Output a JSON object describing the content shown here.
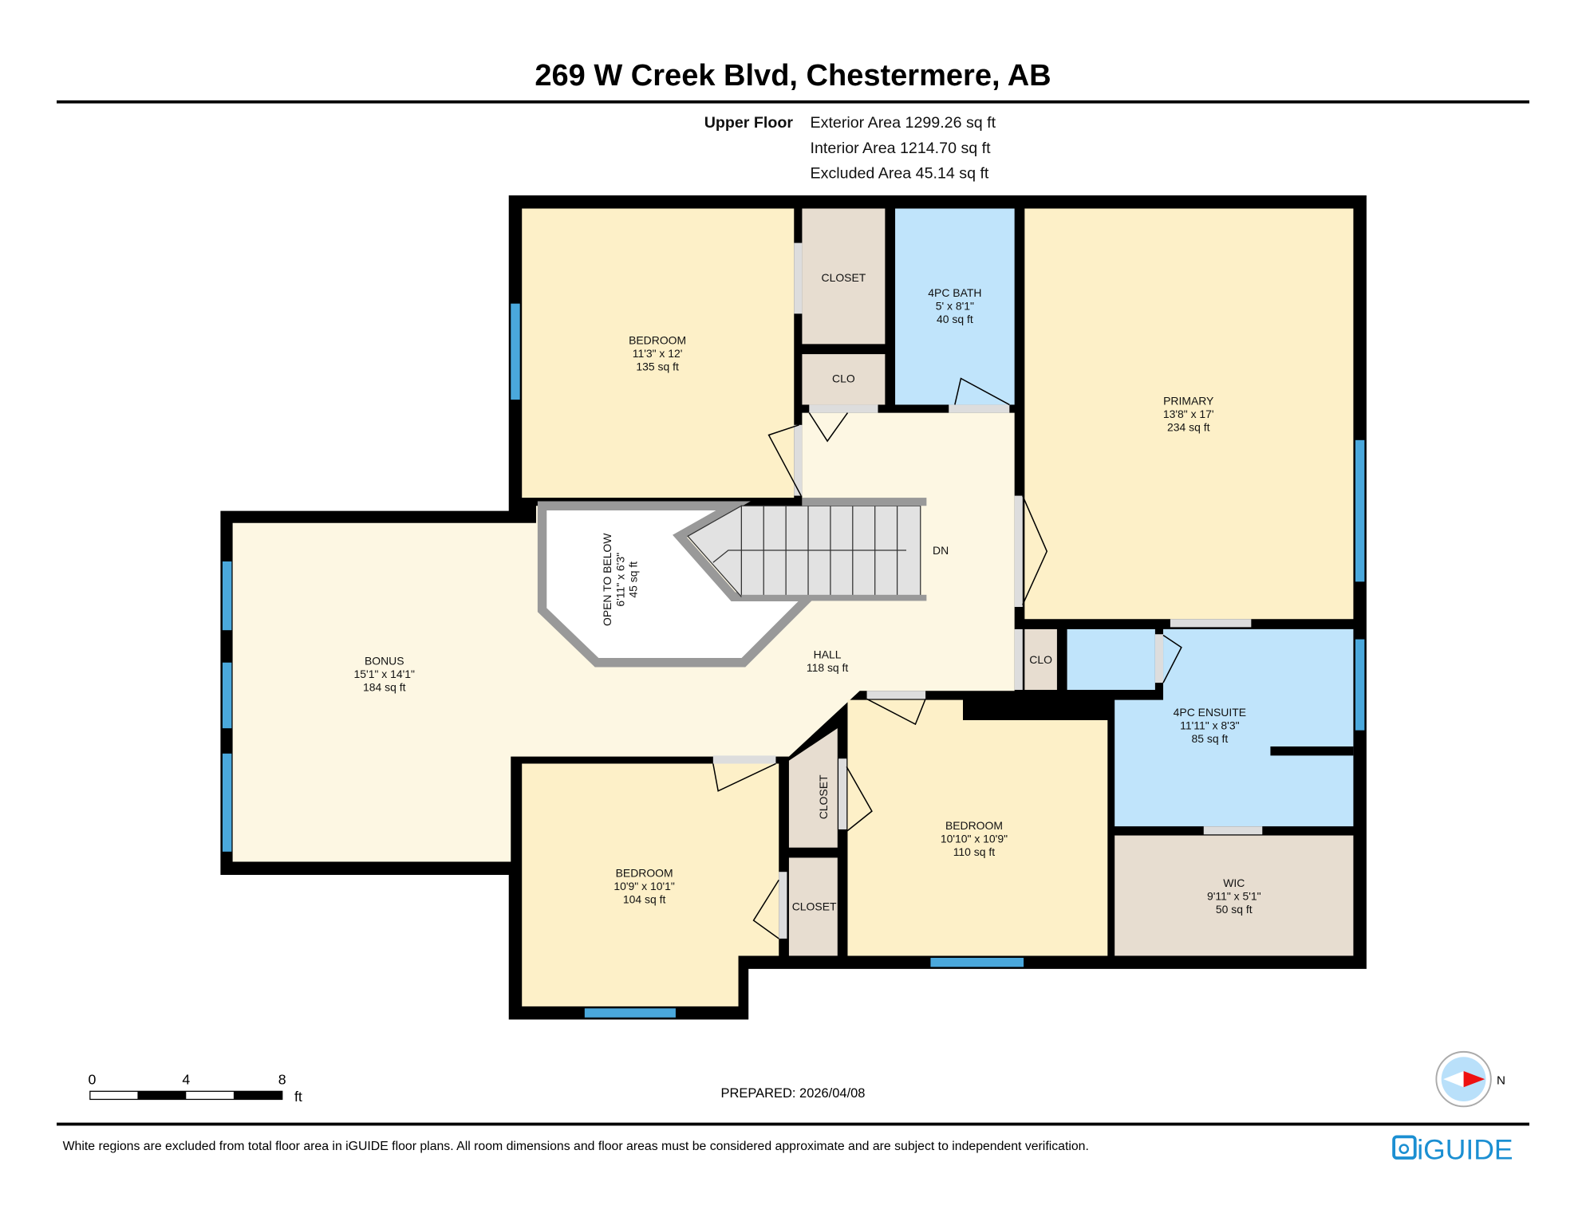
{
  "title": "269 W Creek Blvd, Chestermere, AB",
  "floor": {
    "name": "Upper Floor",
    "exterior_area": "Exterior Area 1299.26 sq ft",
    "interior_area": "Interior Area 1214.70 sq ft",
    "excluded_area": "Excluded Area 45.14 sq ft"
  },
  "rooms": [
    {
      "name": "BEDROOM",
      "dims": "11'3\" x 12'",
      "area": "135 sq ft"
    },
    {
      "name": "CLOSET"
    },
    {
      "name": "CLO"
    },
    {
      "name": "4PC BATH",
      "dims": "5' x 8'1\"",
      "area": "40 sq ft"
    },
    {
      "name": "PRIMARY",
      "dims": "13'8\" x 17'",
      "area": "234 sq ft"
    },
    {
      "name": "OPEN TO BELOW",
      "dims": "6'11\" x 6'3\"",
      "area": "45 sq ft"
    },
    {
      "name": "BONUS",
      "dims": "15'1\" x 14'1\"",
      "area": "184 sq ft"
    },
    {
      "name": "HALL",
      "area": "118 sq ft"
    },
    {
      "name": "CLO"
    },
    {
      "name": "4PC ENSUITE",
      "dims": "11'11\" x 8'3\"",
      "area": "85 sq ft"
    },
    {
      "name": "CLOSET"
    },
    {
      "name": "BEDROOM",
      "dims": "10'10\" x 10'9\"",
      "area": "110 sq ft"
    },
    {
      "name": "BEDROOM",
      "dims": "10'9\" x 10'1\"",
      "area": "104 sq ft"
    },
    {
      "name": "CLOSET"
    },
    {
      "name": "WIC",
      "dims": "9'11\" x 5'1\"",
      "area": "50 sq ft"
    }
  ],
  "stairs_label": "DN",
  "scale": {
    "ticks": [
      "0",
      "4",
      "8"
    ],
    "unit": "ft"
  },
  "prepared": "PREPARED: 2026/04/08",
  "compass": {
    "label": "N",
    "icon": "compass-icon"
  },
  "disclaimer": "White regions are excluded from total floor area in iGUIDE floor plans. All room dimensions and floor areas must be considered approximate and are subject to independent verification.",
  "logo": "iGUIDE",
  "colors": {
    "bedroom": "#fdf0c8",
    "hall": "#fdf7e3",
    "bath": "#c0e4fb",
    "closet": "#e7ddd0",
    "window": "#4aa8dc",
    "wall": "#000000",
    "logo": "#1b8fd2"
  }
}
